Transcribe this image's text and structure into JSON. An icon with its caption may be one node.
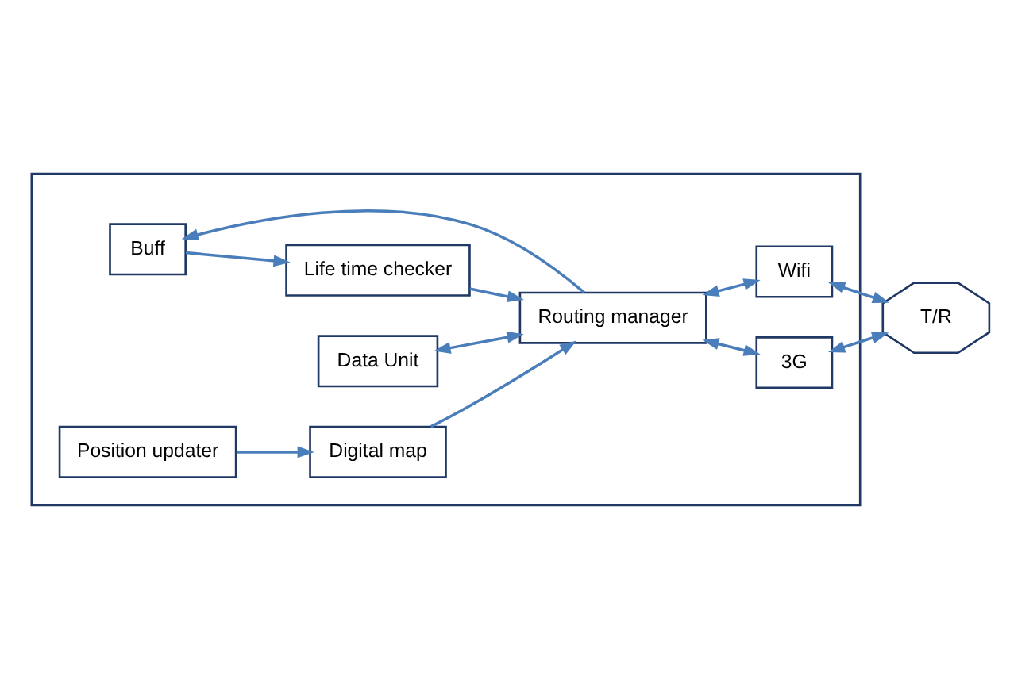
{
  "diagram": {
    "nodes": [
      {
        "text": [],
        "shape": "box"
      },
      {
        "text": [
          "Buff"
        ],
        "in": 0
      },
      {
        "text": [
          "Life time checker"
        ],
        "in": 0
      },
      {
        "text": [
          "3G"
        ],
        "in": 0
      },
      {
        "text": [
          "Data Unit"
        ],
        "in": 0
      },
      {
        "text": [
          "Routing manager"
        ],
        "in": 0
      },
      {
        "text": [
          "Wifi"
        ],
        "in": 0
      },
      {
        "text": [
          "Position updater"
        ],
        "in": 0
      },
      {
        "text": [
          "Digital map"
        ],
        "in": 0
      },
      {
        "text": [
          "T/R"
        ]
      }
    ],
    "edges": [
      {
        "from": 1,
        "to": 2,
        "arrow": "to"
      },
      {
        "from": 5,
        "to": 1,
        "arrow": "to"
      },
      {
        "from": 2,
        "to": 5,
        "arrow": "to"
      },
      {
        "from": 5,
        "to": 3,
        "arrow": "both"
      },
      {
        "from": 4,
        "to": 5,
        "arrow": "both"
      },
      {
        "from": 5,
        "to": 6,
        "arrow": "both"
      },
      {
        "from": 3,
        "to": 9,
        "arrow": "both"
      },
      {
        "from": 6,
        "to": 9,
        "arrow": "both"
      },
      {
        "from": 7,
        "to": 8,
        "arrow": "to"
      },
      {
        "from": 8,
        "to": 5,
        "arrow": "to"
      }
    ]
  }
}
